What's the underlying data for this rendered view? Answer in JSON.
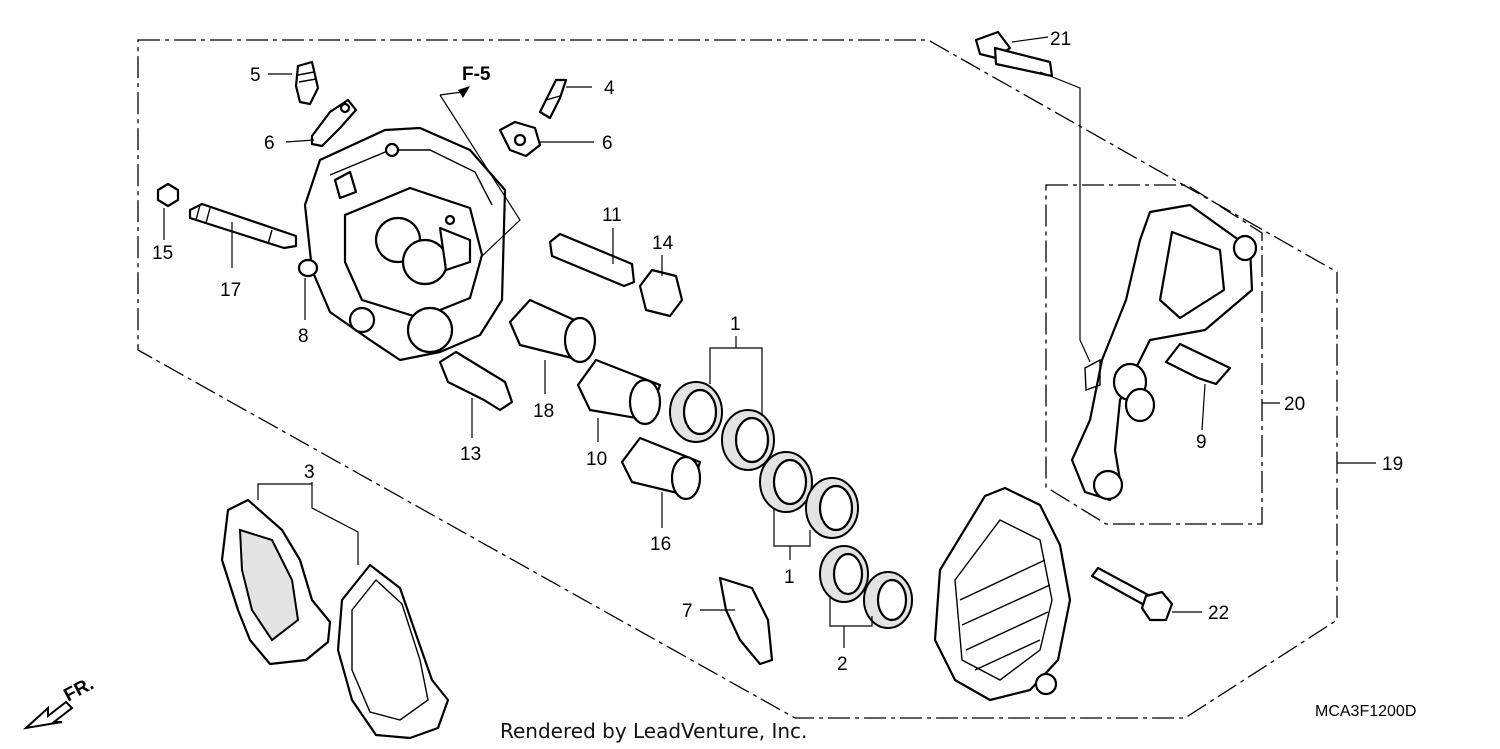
{
  "diagram": {
    "ref_code": "MCA3F1200D",
    "section_ref": "F-5",
    "direction_label": "FR.",
    "footer": "Rendered by LeadVenture, Inc.",
    "callouts": {
      "c1a": "1",
      "c1b": "1",
      "c2": "2",
      "c3": "3",
      "c4": "4",
      "c5": "5",
      "c6a": "6",
      "c6b": "6",
      "c7": "7",
      "c8": "8",
      "c9": "9",
      "c10": "10",
      "c11": "11",
      "c13": "13",
      "c14": "14",
      "c15": "15",
      "c16": "16",
      "c17": "17",
      "c18": "18",
      "c19": "19",
      "c20": "20",
      "c21": "21",
      "c22": "22"
    }
  }
}
